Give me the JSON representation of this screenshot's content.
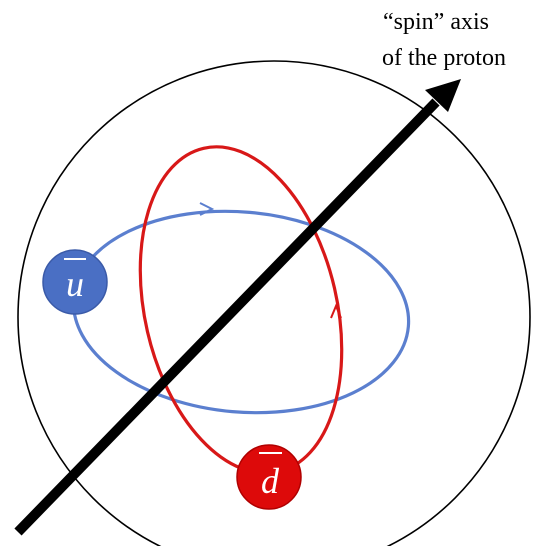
{
  "axis_label": {
    "line1": "“spin” axis",
    "line2": "of the proton"
  },
  "quarks": {
    "u_bar": {
      "symbol": "u",
      "fill": "#4a6fc4",
      "stroke": "#3a5aa8",
      "orbit_color": "#5b7fcf"
    },
    "d_bar": {
      "symbol": "d",
      "fill": "#dd0a0a",
      "stroke": "#b00000",
      "orbit_color": "#d81818"
    }
  },
  "colors": {
    "sphere_outline": "#000000",
    "axis_arrow": "#000000",
    "quark_text": "#ffffff"
  }
}
